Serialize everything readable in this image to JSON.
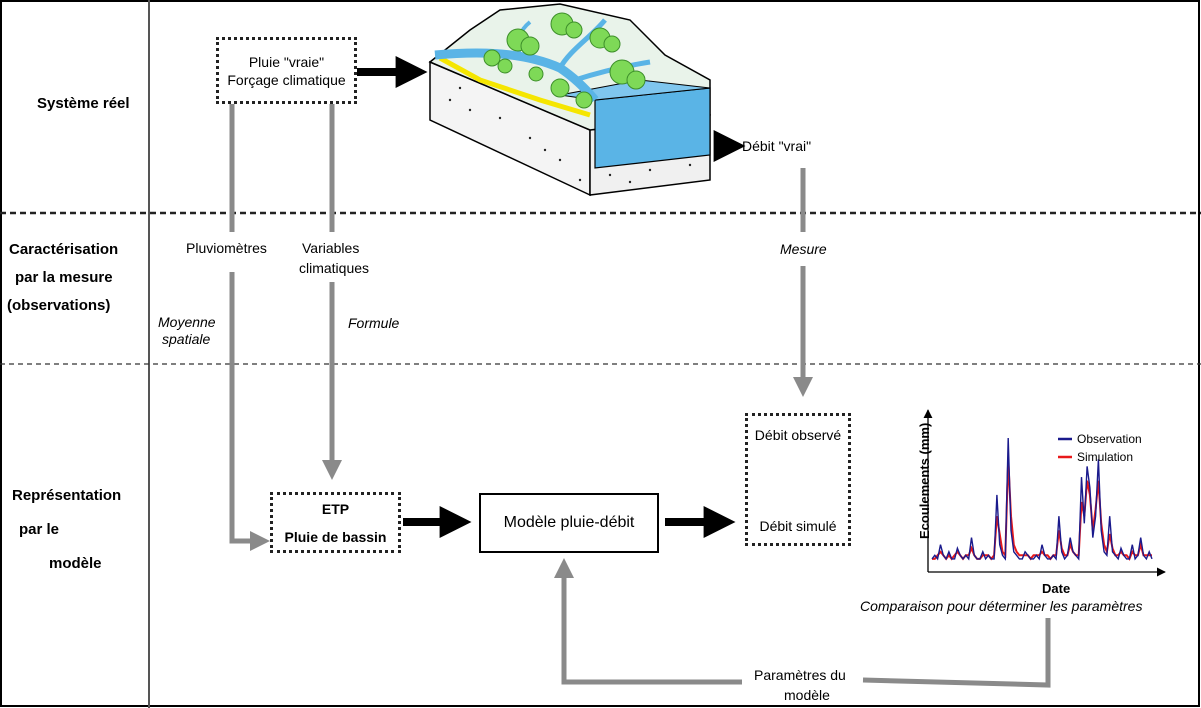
{
  "rows": {
    "reel": "Système réel",
    "mesure": [
      "Caractérisation",
      "par la mesure",
      "(observations)"
    ],
    "modele": [
      "Représentation",
      "par le",
      "modèle"
    ]
  },
  "nodes": {
    "pluie_vraie_1": "Pluie \"vraie\"",
    "pluie_vraie_2": "Forçage climatique",
    "debit_vrai": "Débit \"vrai\"",
    "pluviometres": "Pluviomètres",
    "variables_1": "Variables",
    "variables_2": "climatiques",
    "mesure": "Mesure",
    "moyenne_1": "Moyenne",
    "moyenne_2": "spatiale",
    "formule": "Formule",
    "etp": "ETP",
    "pluie_bassin": "Pluie de bassin",
    "modele": "Modèle pluie-débit",
    "debit_observe": "Débit observé",
    "debit_simule": "Débit simulé",
    "parametres_1": "Paramètres du",
    "parametres_2": "modèle",
    "comparaison": "Comparaison pour déterminer les paramètres"
  },
  "chart_data": {
    "type": "line",
    "xlabel": "Date",
    "ylabel": "Ecoulements (mm)",
    "legend_position": "top-right",
    "series": [
      {
        "name": "Observation",
        "color": "#1a1a8c",
        "values": [
          2,
          3,
          2,
          6,
          3,
          2,
          4,
          2,
          2,
          5,
          3,
          2,
          3,
          2,
          8,
          3,
          2,
          2,
          4,
          2,
          3,
          2,
          2,
          20,
          6,
          3,
          2,
          36,
          10,
          4,
          3,
          2,
          2,
          4,
          3,
          2,
          2,
          3,
          2,
          6,
          3,
          2,
          2,
          3,
          2,
          14,
          4,
          2,
          3,
          8,
          4,
          3,
          2,
          25,
          12,
          28,
          22,
          8,
          14,
          30,
          10,
          4,
          3,
          14,
          4,
          3,
          2,
          5,
          3,
          2,
          2,
          6,
          2,
          3,
          8,
          3,
          2,
          4,
          2
        ]
      },
      {
        "name": "Simulation",
        "color": "#e8191b",
        "values": [
          2,
          2,
          3,
          4,
          3,
          2,
          3,
          2,
          3,
          4,
          3,
          2,
          3,
          3,
          5,
          3,
          2,
          2,
          3,
          3,
          3,
          2,
          3,
          14,
          9,
          4,
          3,
          30,
          14,
          6,
          4,
          3,
          3,
          3,
          3,
          2,
          3,
          3,
          3,
          4,
          3,
          3,
          2,
          3,
          3,
          10,
          5,
          3,
          3,
          6,
          4,
          3,
          3,
          18,
          14,
          24,
          20,
          10,
          16,
          24,
          12,
          6,
          4,
          9,
          5,
          3,
          3,
          4,
          3,
          3,
          2,
          4,
          3,
          3,
          6,
          3,
          3,
          3,
          3
        ]
      }
    ]
  },
  "colors": {
    "arrow_gray": "#8a8a8a",
    "water": "#5ab4e6",
    "tree": "#7ed957",
    "soil_yellow": "#f5e600"
  }
}
